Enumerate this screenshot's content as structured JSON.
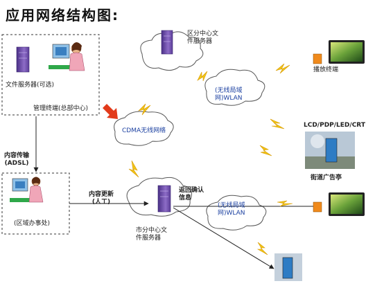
{
  "title": "应用网络结构图:",
  "nodes": {
    "hq": {
      "file_server": "文件服务器(可选)",
      "mgmt_terminal": "管理终端(总部中心)"
    },
    "district_server_top": "区分中心文\n件服务器",
    "wlan_top": "(无线局域\n网)WLAN",
    "cdma": "CDMA无线网络",
    "playback_terminal": "播放终端",
    "display_types": "LCD/PDP/LED/CRT",
    "street_kiosk": "街道广告亭",
    "content_transfer": "内容传输\n(ADSL)",
    "regional_office": "(区域办事处)",
    "content_update": "内容更新\n(人工)",
    "city_server": "市分中心文\n件服务器",
    "feedback": "返回确认\n信息",
    "wlan_bottom": "(无线局域\n网)WLAN"
  },
  "colors": {
    "lightning": "#f0c419",
    "cloud_stroke": "#555555",
    "server": "#6b4ba8",
    "red_arrow": "#e23a1a",
    "screen": "#2f5d1f",
    "frame": "#222222"
  },
  "icons": [
    "server-icon",
    "person-computer-icon",
    "cloud-icon",
    "lightning-icon",
    "monitor-icon",
    "kiosk-icon"
  ]
}
